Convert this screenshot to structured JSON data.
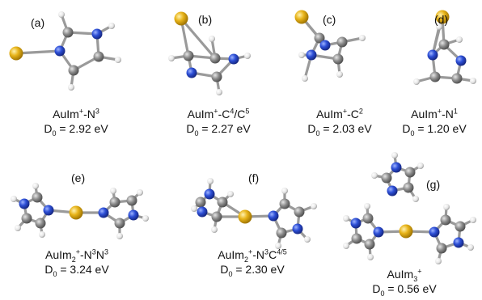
{
  "panels": [
    {
      "id": "a",
      "label": "(a)",
      "species": {
        "base": "AuIm",
        "sup1": "+",
        "mid": "-N",
        "sup2": "3"
      },
      "d0": {
        "D": "D",
        "sub": "0",
        "value": " = 2.92 eV"
      }
    },
    {
      "id": "b",
      "label": "(b)",
      "species": {
        "base": "AuIm",
        "sup1": "+",
        "mid": "-C",
        "sup2": "4",
        "mid2": "/C",
        "sup3": "5"
      },
      "d0": {
        "D": "D",
        "sub": "0",
        "value": " = 2.27 eV"
      }
    },
    {
      "id": "c",
      "label": "(c)",
      "species": {
        "base": "AuIm",
        "sup1": "+",
        "mid": "-C",
        "sup2": "2"
      },
      "d0": {
        "D": "D",
        "sub": "0",
        "value": " = 2.03 eV"
      }
    },
    {
      "id": "d",
      "label": "(d)",
      "species": {
        "base": "AuIm",
        "sup1": "+",
        "mid": "-N",
        "sup2": "1"
      },
      "d0": {
        "D": "D",
        "sub": "0",
        "value": " = 1.20 eV"
      }
    },
    {
      "id": "e",
      "label": "(e)",
      "species": {
        "base": "AuIm",
        "sub1": "2",
        "sup1": "+",
        "mid": "-N",
        "sup2": "3",
        "mid2": "N",
        "sup3": "3"
      },
      "d0": {
        "D": "D",
        "sub": "0",
        "value": " = 3.24 eV"
      }
    },
    {
      "id": "f",
      "label": "(f)",
      "species": {
        "base": "AuIm",
        "sub1": "2",
        "sup1": "+",
        "mid": "-N",
        "sup2": "3",
        "mid2": "C",
        "sup3": "4/5"
      },
      "d0": {
        "D": "D",
        "sub": "0",
        "value": " = 2.30 eV"
      }
    },
    {
      "id": "g",
      "label": "(g)",
      "species": {
        "base": "AuIm",
        "sub1": "3",
        "sup1": "+"
      },
      "d0": {
        "D": "D",
        "sub": "0",
        "value": " = 0.56 eV"
      }
    }
  ],
  "colors": {
    "gold": "#e8b41a",
    "nitrogen": "#2d4fd6",
    "carbon": "#8c8c8c",
    "hydrogen": "#f2f2f2",
    "bond": "#9a9a9a"
  }
}
